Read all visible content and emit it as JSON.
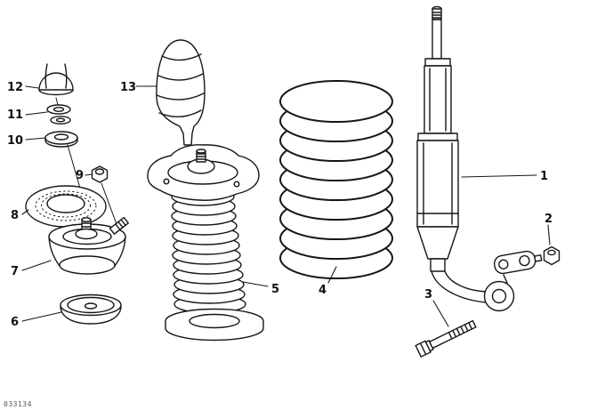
{
  "page": {
    "background": "#ffffff",
    "line_color": "#161616"
  },
  "diagram": {
    "type": "exploded-parts-diagram",
    "description": "Rear shock absorber, coil spring and mounting parts",
    "footer_code": "033134",
    "parts": [
      {
        "label": "1",
        "name": "shock-absorber"
      },
      {
        "label": "2",
        "name": "self-locking-nut"
      },
      {
        "label": "3",
        "name": "hex-bolt"
      },
      {
        "label": "4",
        "name": "coil-spring"
      },
      {
        "label": "5",
        "name": "protective-boot-with-spring-seat"
      },
      {
        "label": "6",
        "name": "lower-cup"
      },
      {
        "label": "7",
        "name": "upper-support-mount"
      },
      {
        "label": "8",
        "name": "gasket-ring"
      },
      {
        "label": "9",
        "name": "hex-nut"
      },
      {
        "label": "10",
        "name": "washer-large"
      },
      {
        "label": "11",
        "name": "washer-small"
      },
      {
        "label": "12",
        "name": "cap"
      },
      {
        "label": "13",
        "name": "rubber-bump-stop"
      }
    ]
  }
}
